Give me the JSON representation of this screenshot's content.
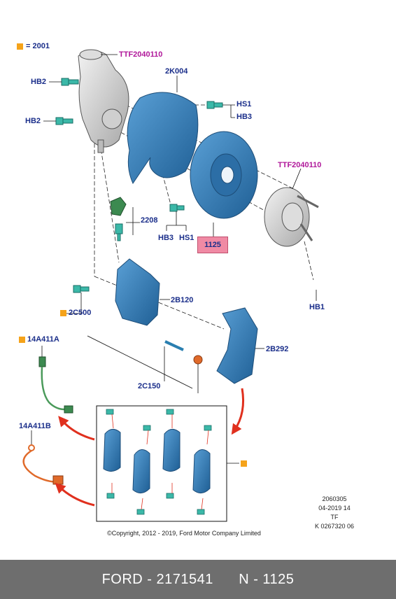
{
  "legend": {
    "label": "= 2001",
    "color": "#f5a31a"
  },
  "labels": {
    "ttf_top": "TTF2040110",
    "hb2_a": "HB2",
    "hb2_b": "HB2",
    "k004": "2K004",
    "hs1_a": "HS1",
    "hb3_a": "HB3",
    "ttf_hub": "TTF2040110",
    "p2208": "2208",
    "hb3_b": "HB3",
    "hs1_b": "HS1",
    "p1125": "1125",
    "b120": "2B120",
    "c500": "2C500",
    "hb1": "HB1",
    "a411a": "14A411A",
    "b292": "2B292",
    "c150": "2C150",
    "a411b": "14A411B"
  },
  "meta": {
    "ref": "2060305",
    "date": "04-2019 14",
    "code": "TF",
    "k": "K 0267320 06"
  },
  "copyright": "©Copyright, 2012 - 2019, Ford Motor Company Limited",
  "footer": "FORD - 2171541      N - 1125",
  "colors": {
    "part_blue": "#3d7fb8",
    "label_blue": "#1a2e8a",
    "highlight": "#f08aa4",
    "arrow_red": "#e0301e"
  }
}
